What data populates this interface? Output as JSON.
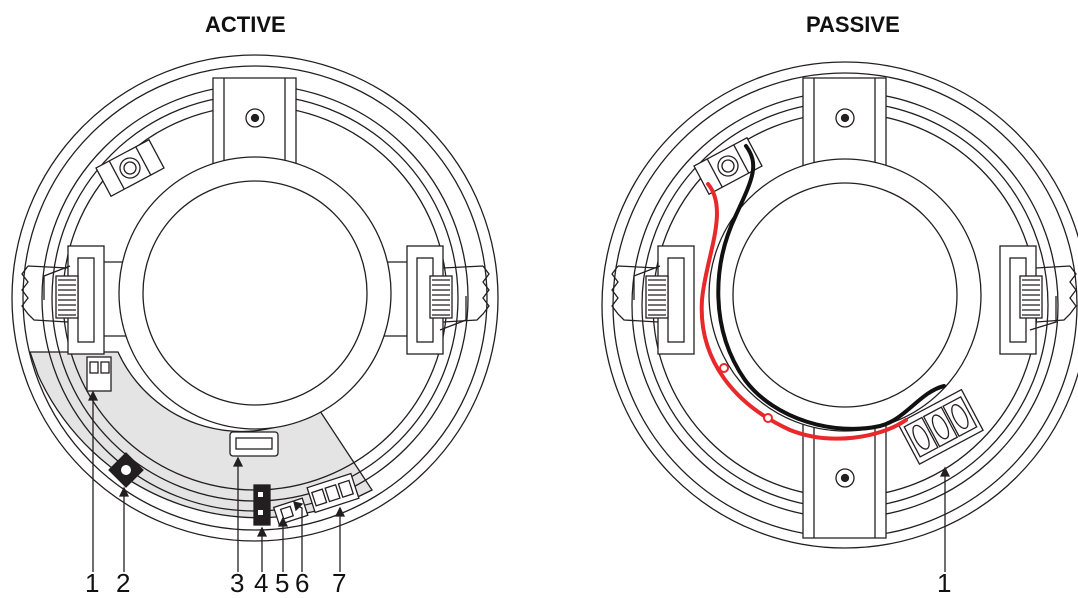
{
  "panels": {
    "active": {
      "title": "ACTIVE"
    },
    "passive": {
      "title": "PASSIVE"
    }
  },
  "callouts": {
    "active": [
      "1",
      "2",
      "3",
      "4",
      "5",
      "6",
      "7"
    ],
    "passive": [
      "1"
    ]
  },
  "colors": {
    "line": "#231f20",
    "board": "#e4e4e4",
    "wire_red": "#e8282b",
    "wire_black": "#111111"
  }
}
